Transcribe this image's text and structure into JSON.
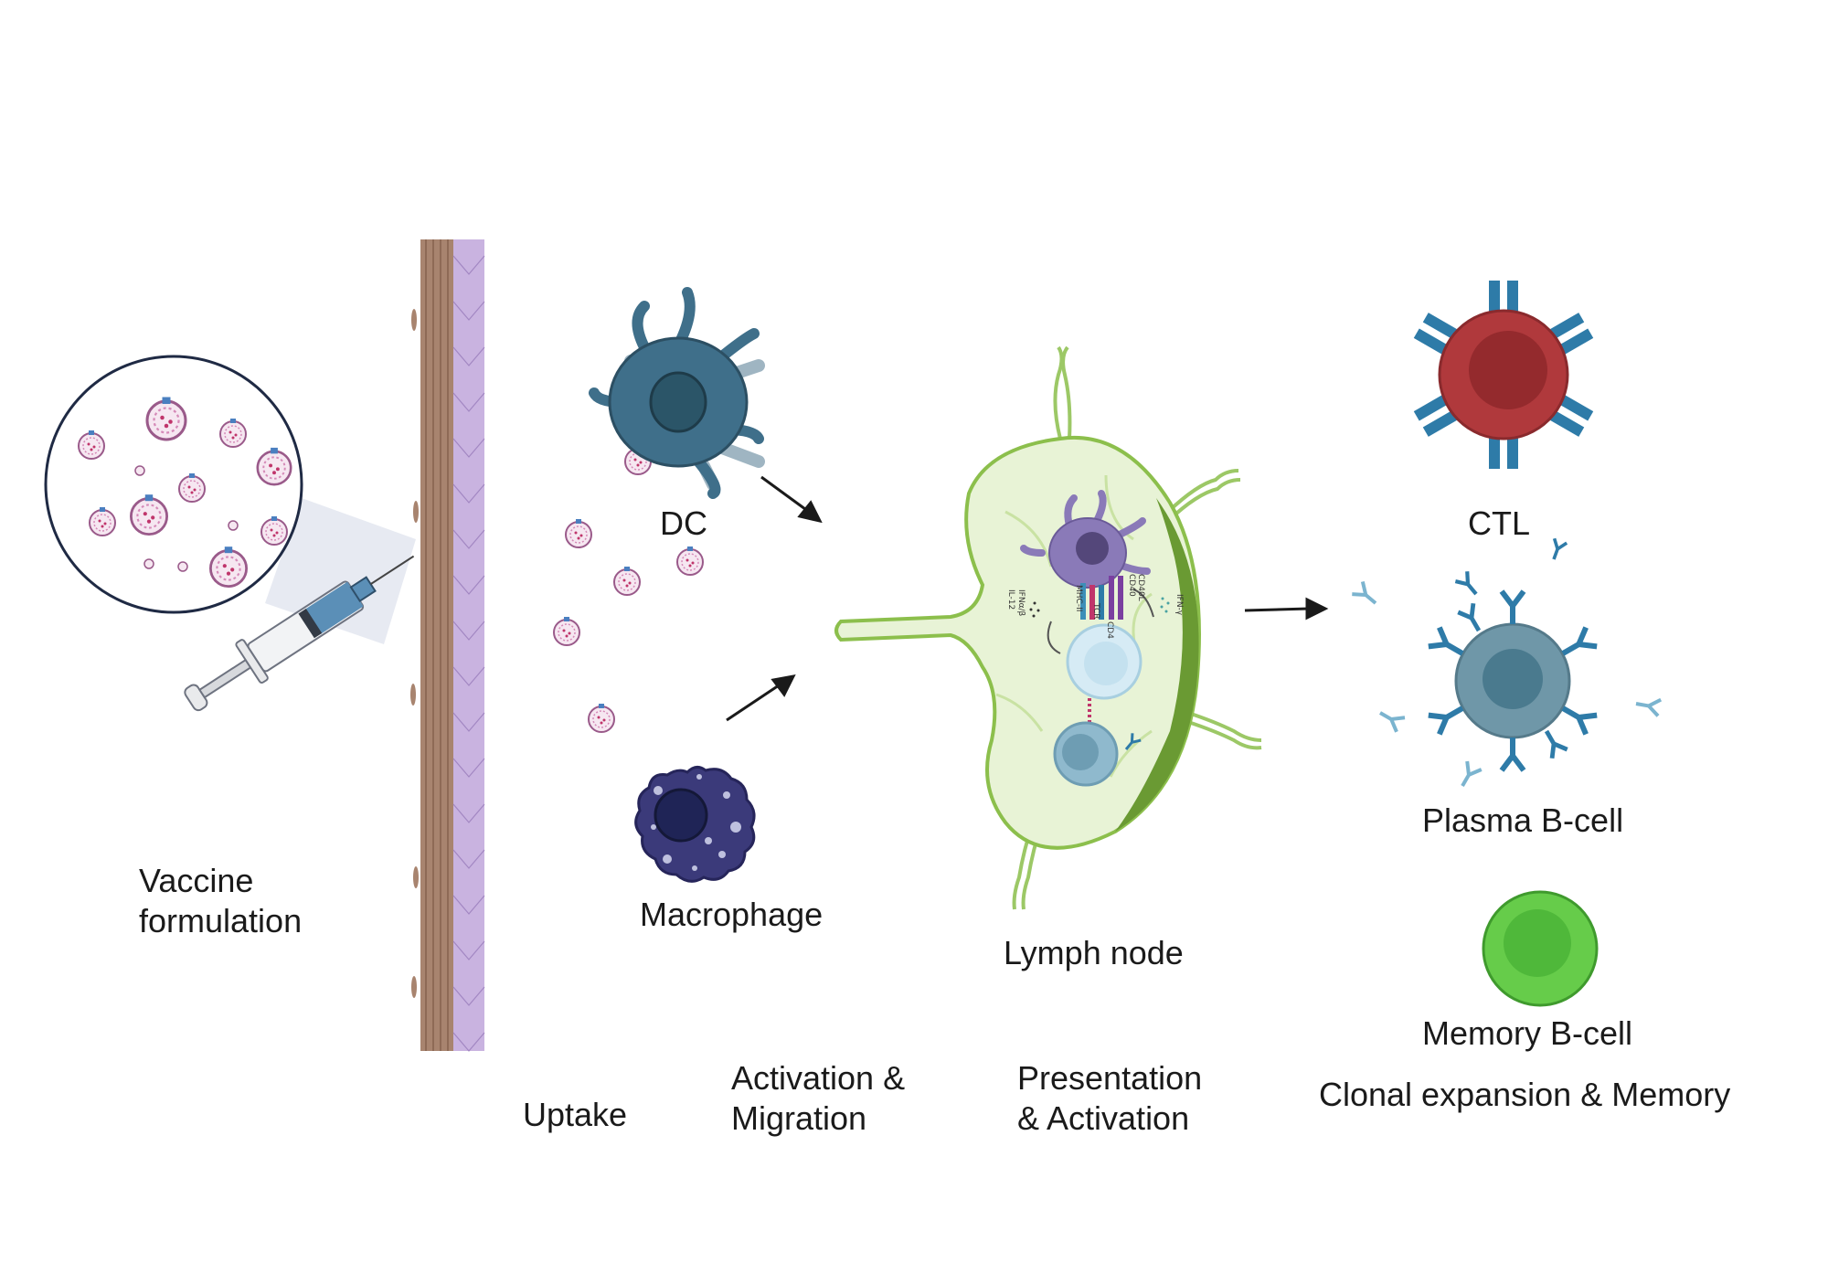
{
  "labels": {
    "vaccine_line1": "Vaccine",
    "vaccine_line2": "formulation",
    "dc": "DC",
    "macrophage": "Macrophage",
    "lymph_node": "Lymph node",
    "ctl": "CTL",
    "plasma_b": "Plasma B-cell",
    "memory_b": "Memory B-cell"
  },
  "steps": {
    "uptake": "Uptake",
    "activation_line1": "Activation &",
    "activation_line2": "Migration",
    "presentation_line1": "Presentation",
    "presentation_line2": "& Activation",
    "clonal": "Clonal expansion & Memory"
  },
  "synapse_labels": {
    "ifn_ab": "IFNα/β",
    "il12": "IL-12",
    "mhcii": "MHC-II",
    "tcr": "TCR",
    "cd40": "CD40",
    "cd40l": "CD40L",
    "cd4": "CD4",
    "ifng": "IFN-γ"
  },
  "colors": {
    "dc": "#3f6f8a",
    "macrophage": "#3b3a7a",
    "lymph_node": "#8cbf4c",
    "ctl": "#b0393c",
    "plasma_b": "#6f97a8",
    "memory_b": "#66cc4a",
    "skin": "#a8846f",
    "tissue": "#c9b3e0",
    "antibody": "#2e7ba8"
  },
  "icons": [
    "syringe-icon",
    "nanoparticle-icon",
    "antibody-icon",
    "arrow-icon"
  ]
}
